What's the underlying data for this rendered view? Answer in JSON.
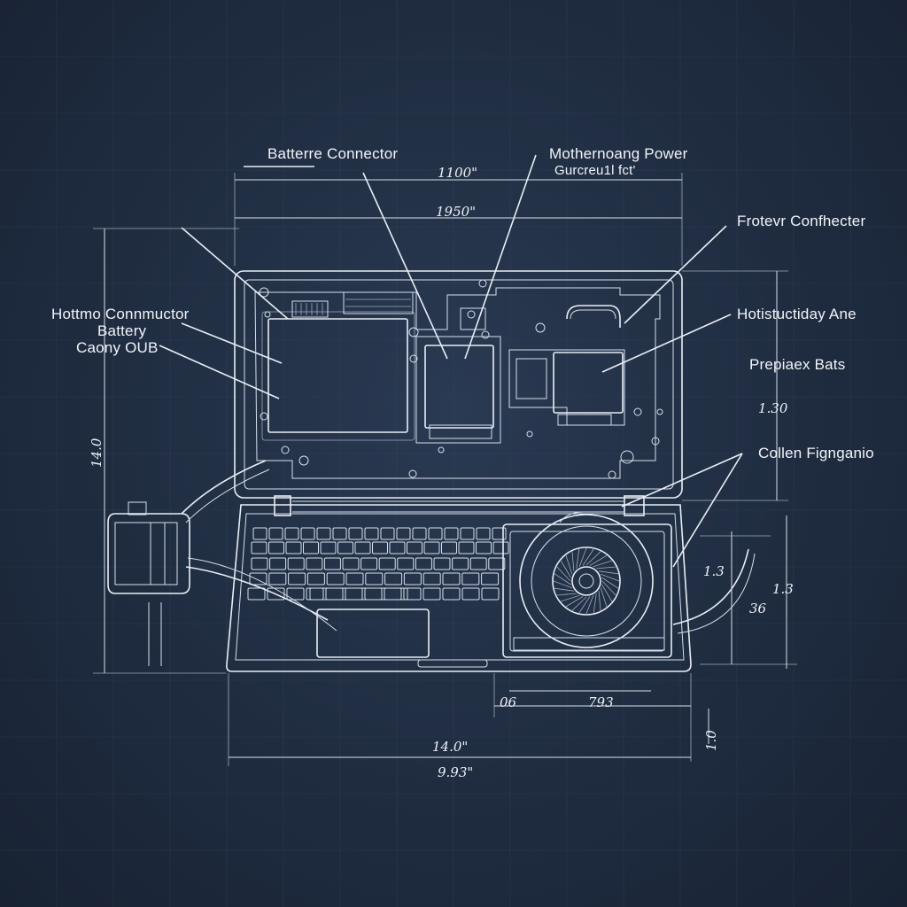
{
  "diagram": {
    "callouts": {
      "battery_connector": "Batterre Connector",
      "motherboard_power_line1": "Mothernoang Power",
      "motherboard_power_line2": "Gurcreu1l fct'",
      "frotevr_connecter": "Frotevr Confhecter",
      "hottmo_connmuctor": "Hottmo Connmuctor",
      "battery": "Battery",
      "caony_oub": "Caony OUB",
      "hotistuctiday_ane": "Hotistuctiday Ane",
      "prepiaex_bats": "Prepiaex Bats",
      "collen_fignganio": "Collen Fignganio"
    },
    "dimensions": {
      "top_1": "1100\"",
      "top_2": "1950\"",
      "left_height": "14.0",
      "right_1": "1.30",
      "right_small_1": "1.3",
      "right_small_2": "36",
      "right_2": "1.3",
      "bottom_small": "06",
      "bottom_mid": "793",
      "bottom_right": "1.0",
      "bottom_1": "14.0\"",
      "bottom_2": "9.93\""
    }
  }
}
